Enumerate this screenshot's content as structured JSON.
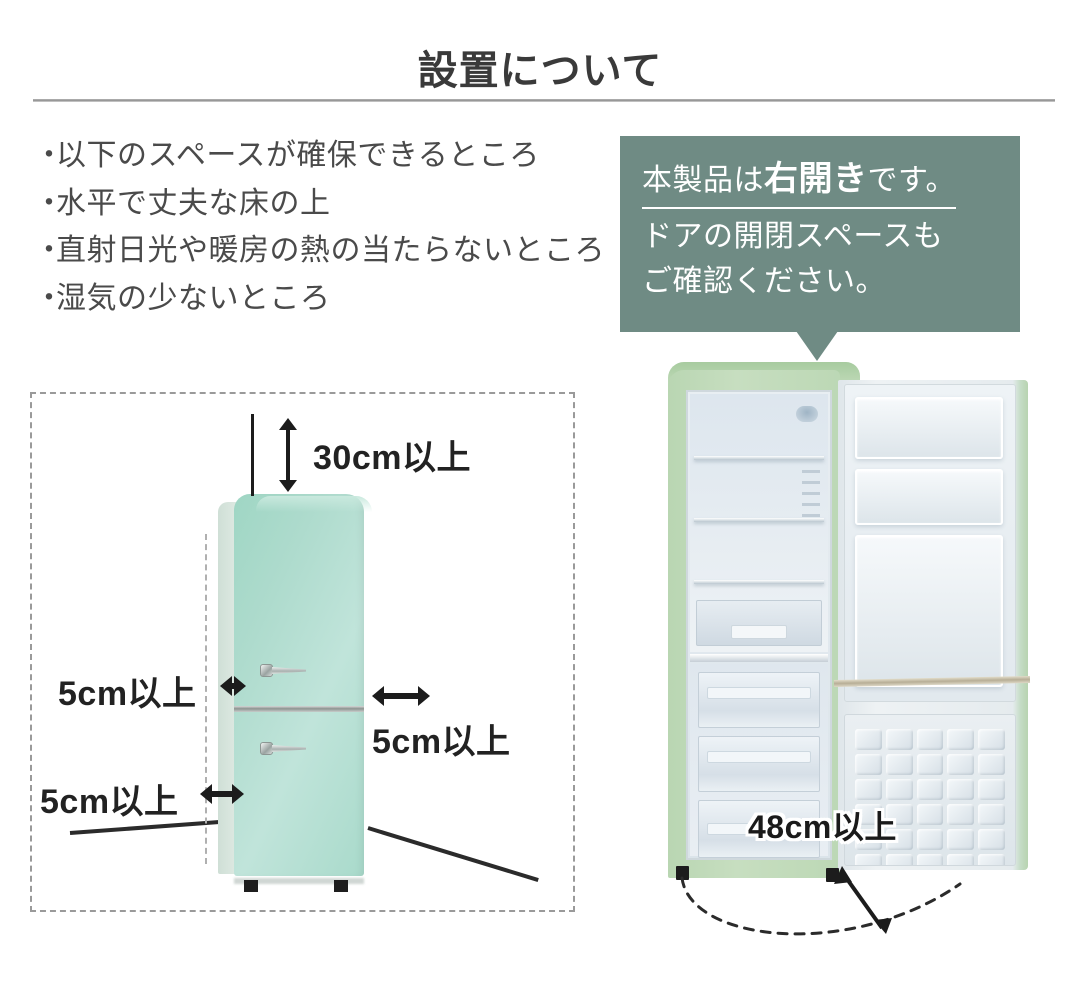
{
  "header": {
    "title": "設置について"
  },
  "requirements": {
    "bullet_mark": "・",
    "items": [
      "以下のスペースが確保できるところ",
      "水平で丈夫な床の上",
      "直射日光や暖房の熱の当たらないところ",
      "湿気の少ないところ"
    ]
  },
  "callout": {
    "line1_prefix": "本製品は",
    "line1_strong": "右開き",
    "line1_suffix": "です。",
    "line2": "ドアの開閉スペースも",
    "line3": "ご確認ください。",
    "background_color": "#6f8b84",
    "text_color": "#ffffff"
  },
  "diagram_left": {
    "clearance_top": "30cm以上",
    "clearance_left": "5cm以上",
    "clearance_right": "5cm以上",
    "clearance_back": "5cm以上",
    "appliance_color": "#aedbcd"
  },
  "diagram_right": {
    "door_swing_depth": "48cm以上",
    "appliance_color": "#c7dec0"
  }
}
